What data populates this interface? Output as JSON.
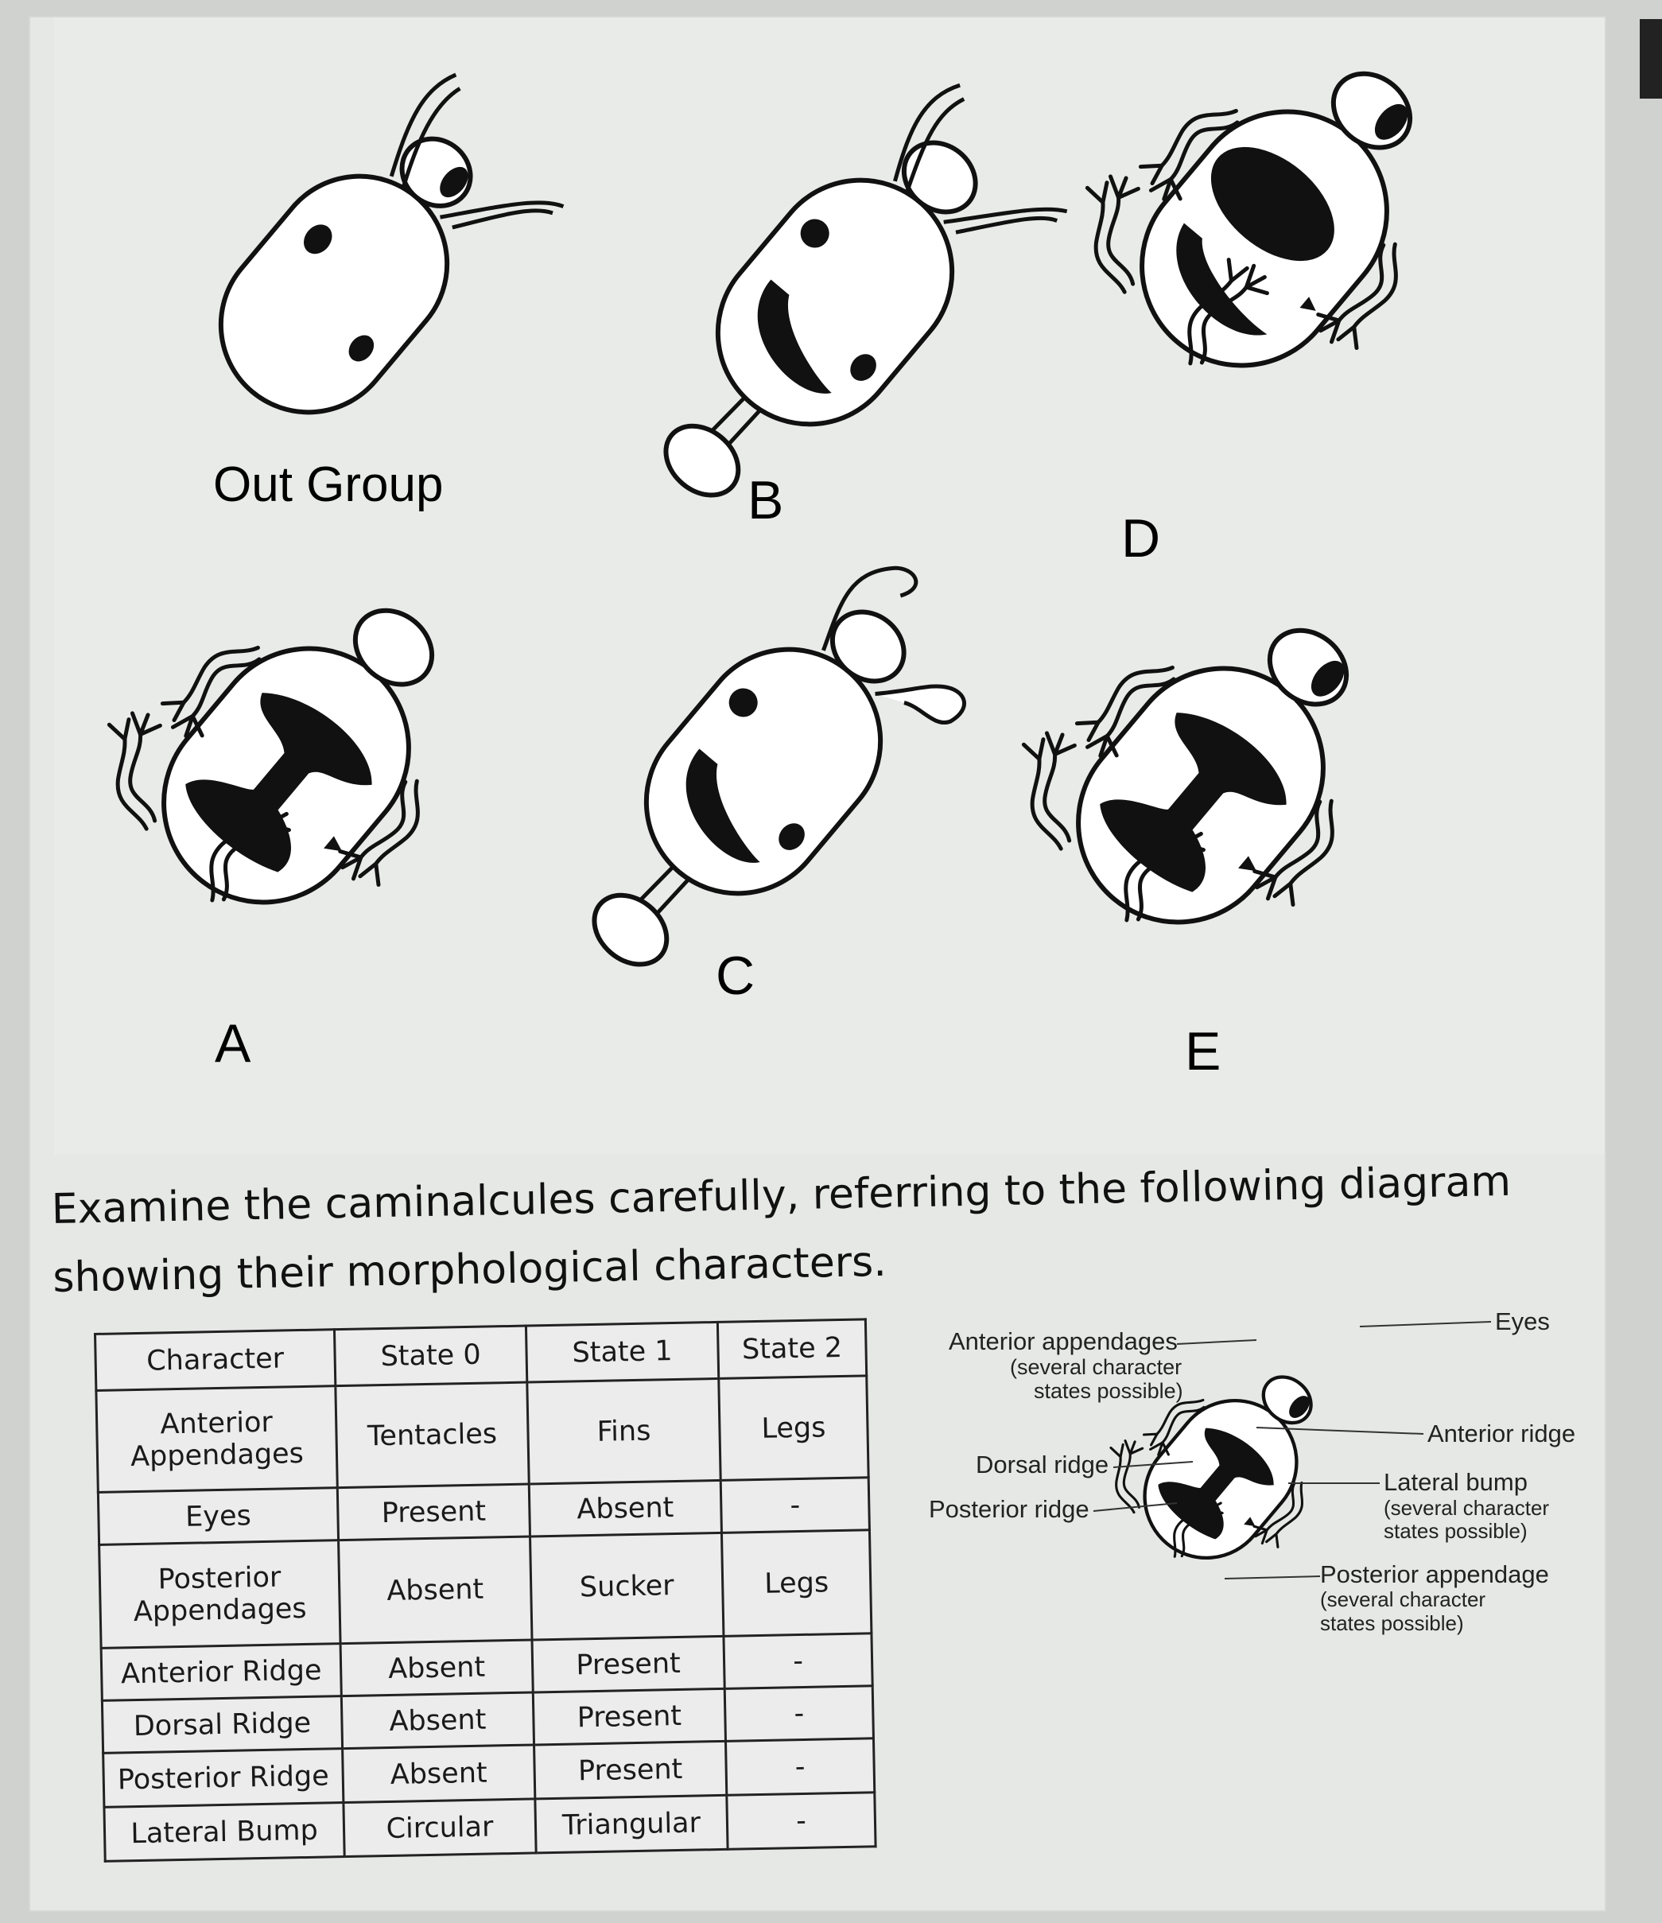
{
  "specimens": {
    "out_group": "Out Group",
    "b": "B",
    "d": "D",
    "a": "A",
    "c": "C",
    "e": "E"
  },
  "caption": "Examine the caminalcules carefully, referring to the following diagram showing their morphological characters.",
  "table": {
    "headers": [
      "Character",
      "State 0",
      "State 1",
      "State 2"
    ],
    "rows": [
      [
        "Anterior Appendages",
        "Tentacles",
        "Fins",
        "Legs"
      ],
      [
        "Eyes",
        "Present",
        "Absent",
        "-"
      ],
      [
        "Posterior Appendages",
        "Absent",
        "Sucker",
        "Legs"
      ],
      [
        "Anterior Ridge",
        "Absent",
        "Present",
        "-"
      ],
      [
        "Dorsal Ridge",
        "Absent",
        "Present",
        "-"
      ],
      [
        "Posterior Ridge",
        "Absent",
        "Present",
        "-"
      ],
      [
        "Lateral Bump",
        "Circular",
        "Triangular",
        "-"
      ]
    ]
  },
  "diagram": {
    "anterior_appendages": "Anterior appendages",
    "anterior_appendages_note_1": "(several character",
    "anterior_appendages_note_2": "states possible)",
    "eyes": "Eyes",
    "anterior_ridge": "Anterior ridge",
    "dorsal_ridge": "Dorsal ridge",
    "posterior_ridge": "Posterior ridge",
    "lateral_bump": "Lateral bump",
    "lateral_bump_note_1": "(several character",
    "lateral_bump_note_2": "states possible)",
    "posterior_appendage": "Posterior appendage",
    "posterior_appendage_note_1": "(several character",
    "posterior_appendage_note_2": "states possible)"
  }
}
